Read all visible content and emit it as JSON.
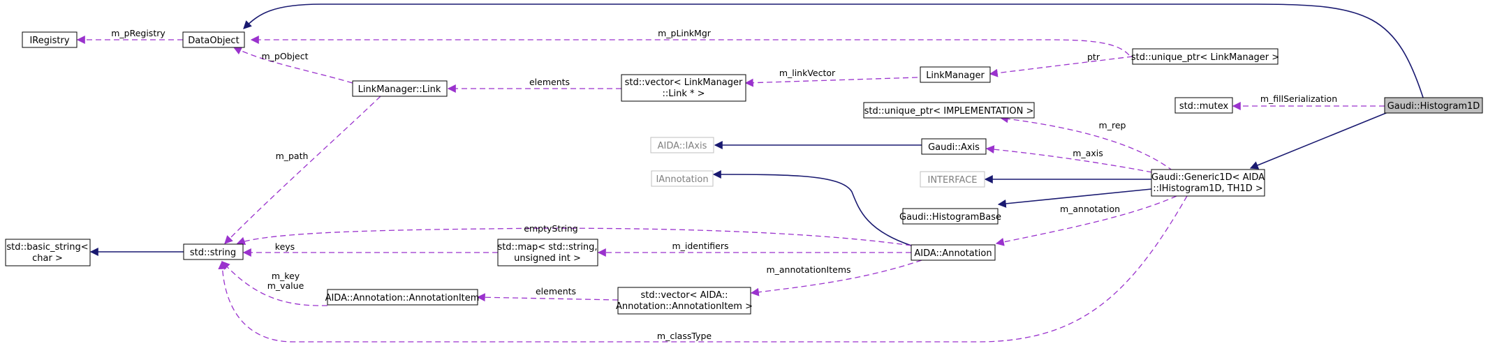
{
  "diagram": {
    "colors": {
      "inheritance_edge": "#191970",
      "usage_edge": "#9a32cd",
      "highlight_fill": "#bfbfbf",
      "grey_node_border": "#bfbfbf"
    },
    "nodes": {
      "histogram1d": "Gaudi::Histogram1D",
      "mutex": "std::mutex",
      "generic1d_line1": "Gaudi::Generic1D< AIDA",
      "generic1d_line2": "::IHistogram1D, TH1D >",
      "unique_ptr_linkmanager": "std::unique_ptr< LinkManager >",
      "linkmanager": "LinkManager",
      "dataobject": "DataObject",
      "iregistry": "IRegistry",
      "linkmanager_link": "LinkManager::Link",
      "vector_link_line1": "std::vector< LinkManager",
      "vector_link_line2": "::Link * >",
      "unique_ptr_impl": "std::unique_ptr< IMPLEMENTATION >",
      "aida_iaxis": "AIDA::IAxis",
      "gaudi_axis": "Gaudi::Axis",
      "interface": "INTERFACE",
      "histogrambase": "Gaudi::HistogramBase",
      "iannotation": "IAnnotation",
      "aida_annotation": "AIDA::Annotation",
      "map_line1": "std::map< std::string,",
      "map_line2": "unsigned int >",
      "std_string": "std::string",
      "basic_string_line1": "std::basic_string<",
      "basic_string_line2": "char >",
      "annotation_item": "AIDA::Annotation::AnnotationItem",
      "vector_item_line1": "std::vector< AIDA::",
      "vector_item_line2": "Annotation::AnnotationItem >"
    },
    "labels": {
      "m_fillSerialization": "m_fillSerialization",
      "m_pLinkMgr": "m_pLinkMgr",
      "ptr": "ptr",
      "m_linkVector": "m_linkVector",
      "elements_link": "elements",
      "m_pRegistry": "m_pRegistry",
      "m_pObject": "m_pObject",
      "m_path": "m_path",
      "m_rep": "m_rep",
      "m_axis": "m_axis",
      "m_annotation": "m_annotation",
      "emptyString": "emptyString",
      "keys": "keys",
      "m_identifiers": "m_identifiers",
      "m_annotationItems": "m_annotationItems",
      "elements_item": "elements",
      "m_key": "m_key",
      "m_value": "m_value",
      "m_classType": "m_classType"
    }
  }
}
